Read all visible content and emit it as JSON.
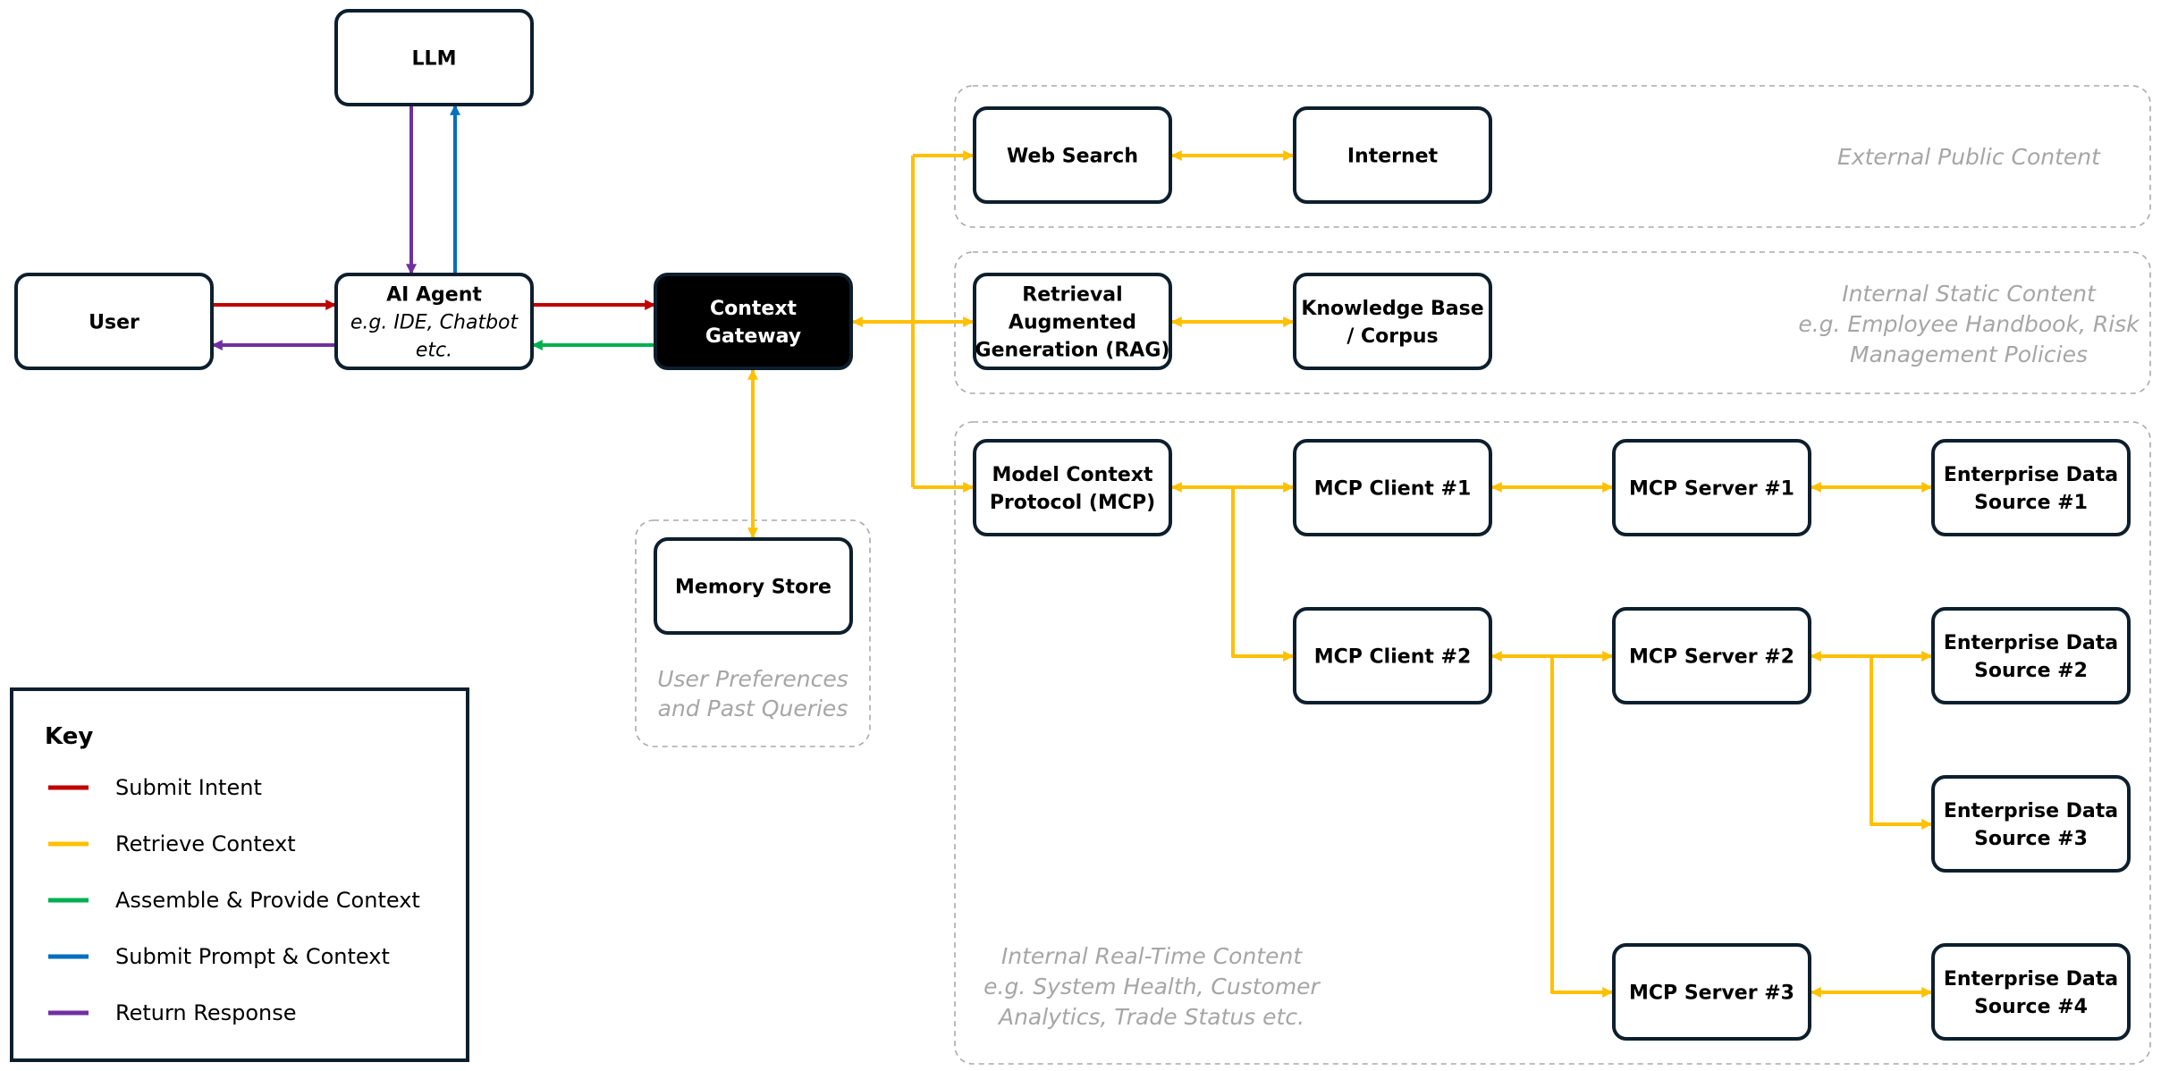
{
  "nodes": {
    "llm": [
      "LLM"
    ],
    "user": [
      "User"
    ],
    "ai_agent": [
      "AI Agent",
      "e.g. IDE, Chatbot",
      "etc."
    ],
    "gateway": [
      "Context",
      "Gateway"
    ],
    "memory": [
      "Memory Store"
    ],
    "web_search": [
      "Web Search"
    ],
    "internet": [
      "Internet"
    ],
    "rag": [
      "Retrieval",
      "Augmented",
      "Generation (RAG)"
    ],
    "kb": [
      "Knowledge Base",
      "/ Corpus"
    ],
    "mcp": [
      "Model Context",
      "Protocol (MCP)"
    ],
    "client1": [
      "MCP Client #1"
    ],
    "client2": [
      "MCP Client #2"
    ],
    "server1": [
      "MCP Server #1"
    ],
    "server2": [
      "MCP Server #2"
    ],
    "server3": [
      "MCP Server #3"
    ],
    "eds1": [
      "Enterprise Data",
      "Source #1"
    ],
    "eds2": [
      "Enterprise Data",
      "Source #2"
    ],
    "eds3": [
      "Enterprise Data",
      "Source #3"
    ],
    "eds4": [
      "Enterprise Data",
      "Source #4"
    ]
  },
  "groups": {
    "external": [
      "External Public Content"
    ],
    "internal_static": [
      "Internal Static Content",
      "e.g. Employee Handbook, Risk",
      "Management Policies"
    ],
    "realtime": [
      "Internal Real-Time Content",
      "e.g. System Health, Customer",
      "Analytics, Trade Status etc."
    ],
    "memory_note": [
      "User Preferences",
      "and Past Queries"
    ]
  },
  "key": {
    "title": "Key",
    "items": [
      {
        "label": "Submit Intent",
        "color": "#C00000"
      },
      {
        "label": "Retrieve Context",
        "color": "#FFC000"
      },
      {
        "label": "Assemble & Provide Context",
        "color": "#00B050"
      },
      {
        "label": "Submit Prompt & Context",
        "color": "#0070C0"
      },
      {
        "label": "Return Response",
        "color": "#7030A0"
      }
    ]
  },
  "colors": {
    "node_border": "#0D1F2D",
    "gateway_fill": "#000000",
    "group_border": "#AAAAAA",
    "group_text": "#A6A6A6"
  }
}
